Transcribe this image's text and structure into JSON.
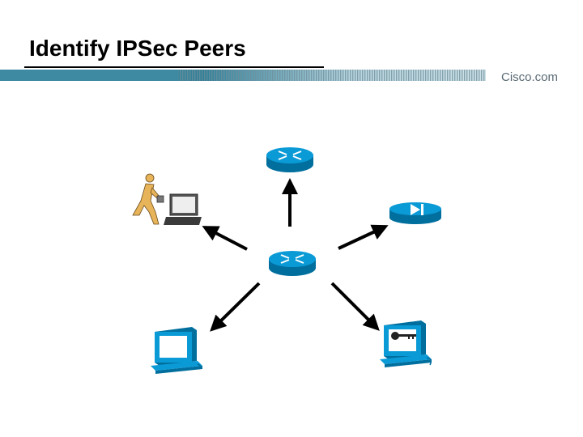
{
  "slide": {
    "title": "Identify IPSec Peers",
    "brand": "Cisco.com"
  },
  "diagram": {
    "nodes": [
      {
        "id": "central-router",
        "icon": "router-icon"
      },
      {
        "id": "top-router",
        "icon": "router-icon"
      },
      {
        "id": "pix-firewall",
        "icon": "firewall-icon"
      },
      {
        "id": "mobile-user",
        "icon": "remote-user-laptop-icon"
      },
      {
        "id": "workstation",
        "icon": "pc-workstation-icon"
      },
      {
        "id": "ca-server",
        "icon": "certificate-authority-icon"
      }
    ],
    "edges": [
      {
        "from": "central-router",
        "to": "top-router"
      },
      {
        "from": "central-router",
        "to": "pix-firewall"
      },
      {
        "from": "central-router",
        "to": "mobile-user"
      },
      {
        "from": "central-router",
        "to": "workstation"
      },
      {
        "from": "central-router",
        "to": "ca-server"
      }
    ],
    "colors": {
      "device_blue": "#0a9ad6",
      "device_dark": "#006f9e",
      "arrow": "#000000",
      "person": "#e8b45a"
    }
  }
}
